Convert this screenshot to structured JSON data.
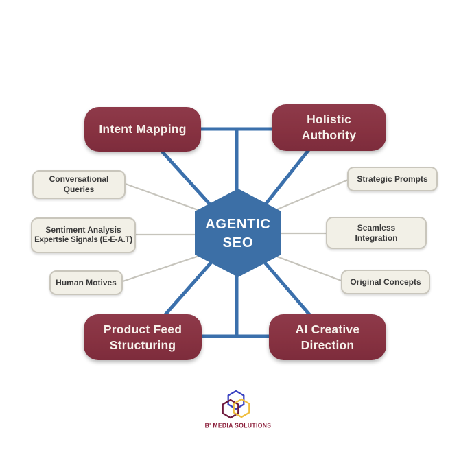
{
  "diagram": {
    "center": {
      "line1": "AGENTIC",
      "line2": "SEO"
    },
    "main_nodes": {
      "intent_mapping": {
        "label": "Intent Mapping"
      },
      "holistic_authority": {
        "line1": "Holistic",
        "line2": "Authority"
      },
      "product_feed_structuring": {
        "line1": "Product Feed",
        "line2": "Structuring"
      },
      "ai_creative_direction": {
        "line1": "AI Creative",
        "line2": "Direction"
      }
    },
    "sub_nodes": {
      "conversational_queries": {
        "label": "Conversational Queries"
      },
      "sentiment_analysis": {
        "line1": "Sentiment Analysis",
        "line2": "Expertsie Signals (E-E-A.T)"
      },
      "human_motives": {
        "label": "Human Motives"
      },
      "strategic_prompts": {
        "label": "Strategic Prompts"
      },
      "seamless_integration": {
        "line1": "Seamless",
        "line2": "Integration"
      },
      "original_concepts": {
        "label": "Original Concepts"
      }
    },
    "colors": {
      "main_node_red": "#873241",
      "hexagon_blue": "#3c6fa6",
      "connector_blue": "#3b70ac",
      "connector_gray": "#c6c4bc",
      "sub_node_bg": "#f2f0e7",
      "sub_node_border": "#c9c6bc",
      "sub_node_text": "#3a3a3a"
    }
  },
  "footer_logo": {
    "brand": "B' MEDIA SOLUTIONS",
    "hexagon_colors": {
      "top": "#3a43c2",
      "bottom_left": "#6e1a3d",
      "bottom_right": "#efbe3f"
    }
  }
}
